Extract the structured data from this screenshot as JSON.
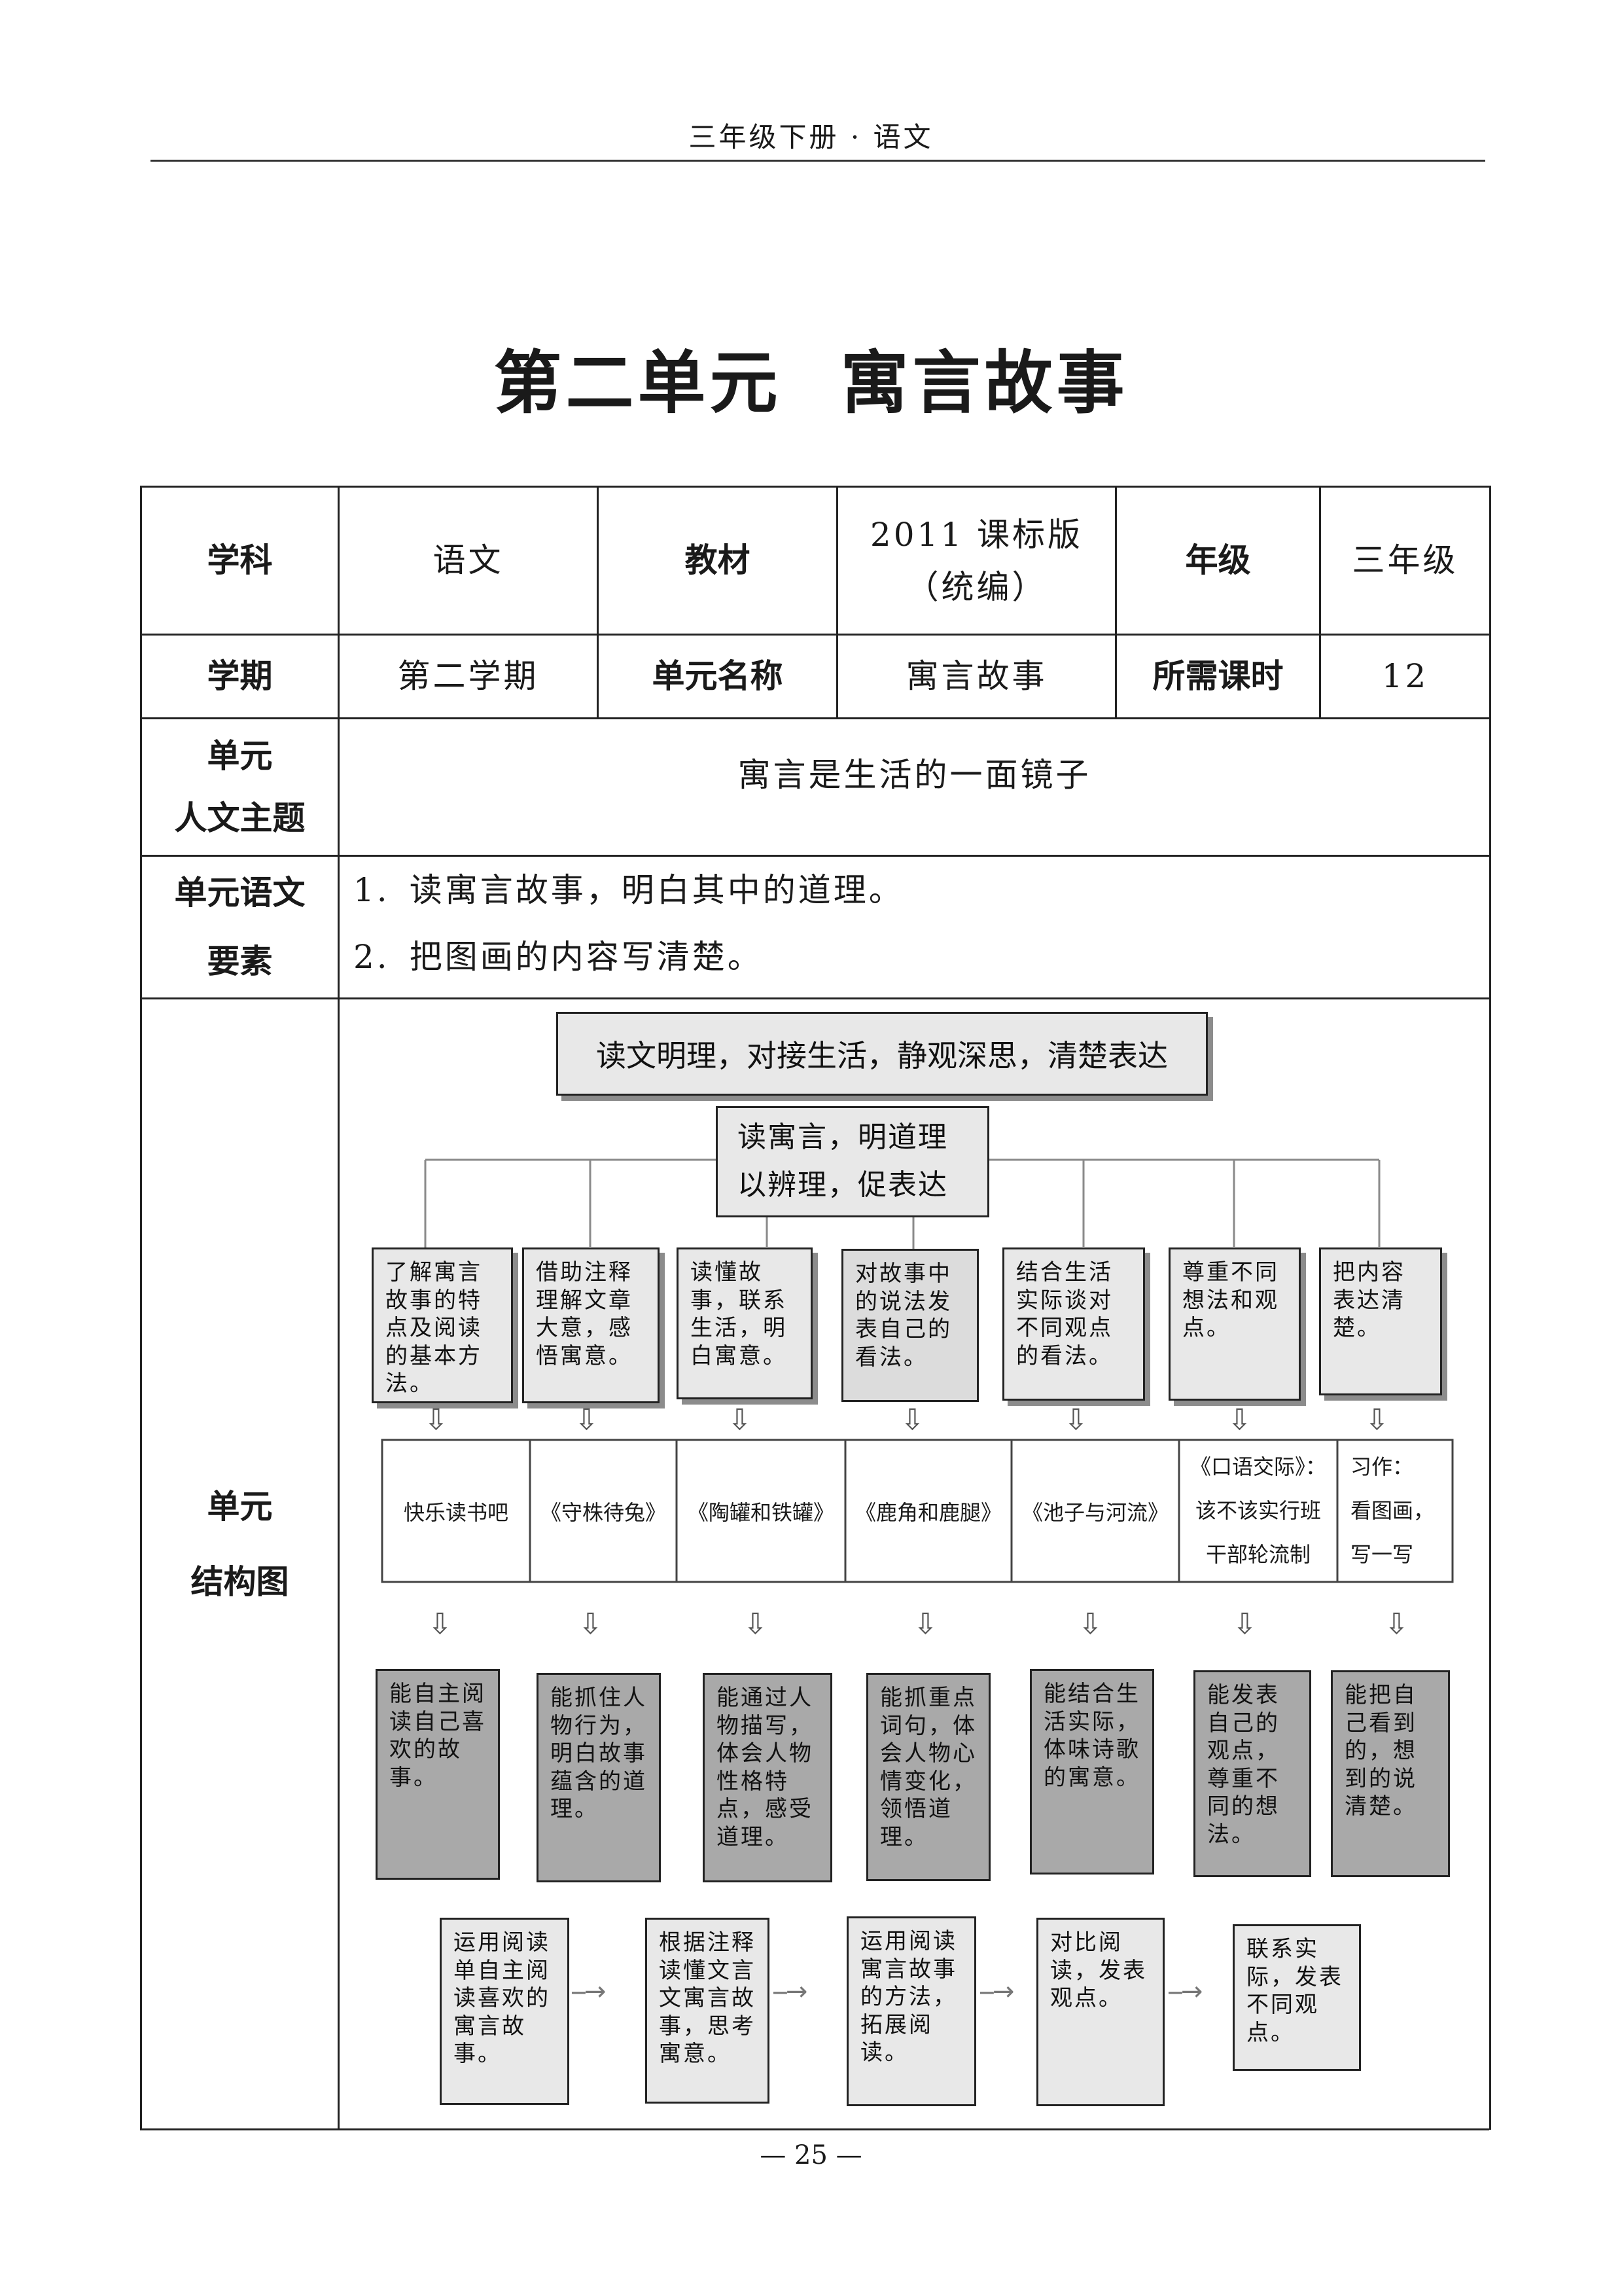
{
  "header": {
    "text": "三年级下册 · 语文"
  },
  "title": {
    "part1": "第二单元",
    "part2": "寓言故事"
  },
  "table": {
    "subject_label": "学科",
    "subject_value": "语文",
    "textbook_label": "教材",
    "textbook_value_l1": "2011 课标版",
    "textbook_value_l2": "（统编）",
    "grade_label": "年级",
    "grade_value": "三年级",
    "term_label": "学期",
    "term_value": "第二学期",
    "unit_name_label": "单元名称",
    "unit_name_value": "寓言故事",
    "hours_label": "所需课时",
    "hours_value": "12",
    "theme_label_l1": "单元",
    "theme_label_l2": "人文主题",
    "theme_value": "寓言是生活的一面镜子",
    "elements_label_l1": "单元语文",
    "elements_label_l2": "要素",
    "elements": [
      {
        "num": "1.",
        "text": "读寓言故事，明白其中的道理。"
      },
      {
        "num": "2.",
        "text": "把图画的内容写清楚。"
      }
    ],
    "structure_label_l1": "单元",
    "structure_label_l2": "结构图"
  },
  "diagram": {
    "top": "读文明理，对接生活，静观深思，清楚表达",
    "sub_l1": "读寓言，明道理",
    "sub_l2": "以辨理，促表达",
    "goals": [
      "了解寓言故事的特点及阅读的基本方法。",
      "借助注释理解文章大意，感悟寓意。",
      "读懂故事，联系生活，明白寓意。",
      "对故事中的说法发表自己的看法。",
      "结合生活实际谈对不同观点的看法。",
      "尊重不同想法和观点。",
      "把内容表达清楚。"
    ],
    "lessons": [
      "快乐读书吧",
      "《守株待兔》",
      "《陶罐和铁罐》",
      "《鹿角和鹿腿》",
      "《池子与河流》",
      {
        "l1": "《口语交际》：",
        "l2": "该不该实行班",
        "l3": "干部轮流制"
      },
      {
        "l1": "习作：",
        "l2": "看图画，",
        "l3": "写一写"
      }
    ],
    "abilities": [
      "能自主阅读自己喜欢的故事。",
      "能抓住人物行为，明白故事蕴含的道理。",
      "能通过人物描写，体会人物性格特点，感受道理。",
      "能抓重点词句，体会人物心情变化，领悟道理。",
      "能结合生活实际，体味诗歌的寓意。",
      "能发表自己的观点，尊重不同的想法。",
      "能把自己看到的，想到的说清楚。"
    ],
    "progression": [
      "运用阅读单自主阅读喜欢的寓言故事。",
      "根据注释读懂文言文寓言故事，思考寓意。",
      "运用阅读寓言故事的方法，拓展阅读。",
      "对比阅读，发表观点。",
      "联系实际，发表不同观点。"
    ],
    "arrow_glyph": "⇩",
    "right_arrow_glyph": "--→"
  },
  "footer": {
    "page_number": "— 25 —"
  }
}
